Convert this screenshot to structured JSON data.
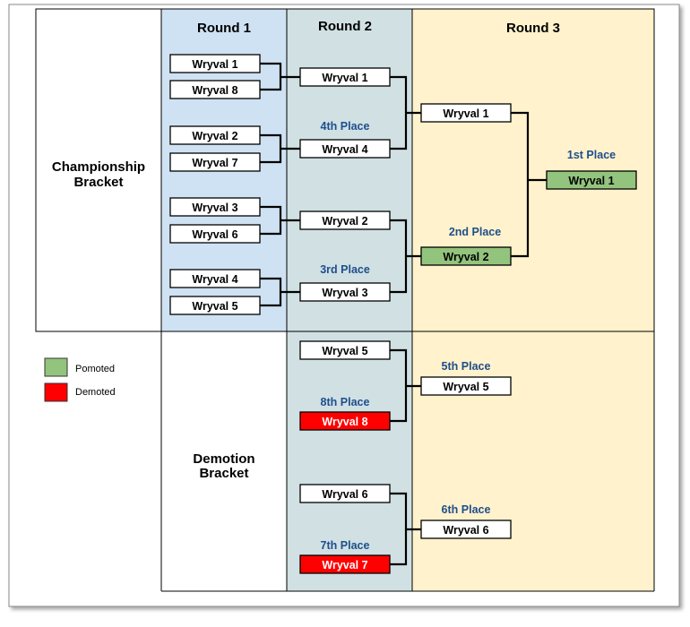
{
  "columns": {
    "round1": "Round 1",
    "round2": "Round 2",
    "round3": "Round 3"
  },
  "sections": {
    "championship": [
      "Championship",
      "Bracket"
    ],
    "demotion": [
      "Demotion",
      "Bracket"
    ]
  },
  "legend": [
    {
      "label": "Pomoted",
      "color": "#93c47d"
    },
    {
      "label": "Demoted",
      "color": "#ff0000"
    }
  ],
  "colors": {
    "round1_bg": "#cfe2f3",
    "round2_bg": "#d0e0e3",
    "round3_bg": "#fff2cc",
    "place_label": "#1f4e8c",
    "promoted": "#93c47d",
    "demoted": "#ff0000",
    "default_box": "#ffffff"
  },
  "boxes": {
    "r1_m1_a": {
      "label": "Wryval 1",
      "status": "default"
    },
    "r1_m1_b": {
      "label": "Wryval 8",
      "status": "default"
    },
    "r1_m2_a": {
      "label": "Wryval 2",
      "status": "default"
    },
    "r1_m2_b": {
      "label": "Wryval 7",
      "status": "default"
    },
    "r1_m3_a": {
      "label": "Wryval 3",
      "status": "default"
    },
    "r1_m3_b": {
      "label": "Wryval 6",
      "status": "default"
    },
    "r1_m4_a": {
      "label": "Wryval 4",
      "status": "default"
    },
    "r1_m4_b": {
      "label": "Wryval 5",
      "status": "default"
    },
    "r2_c1": {
      "label": "Wryval 1",
      "status": "default"
    },
    "r2_c2": {
      "label": "Wryval 4",
      "status": "default"
    },
    "r2_c3": {
      "label": "Wryval 2",
      "status": "default"
    },
    "r2_c4": {
      "label": "Wryval 3",
      "status": "default"
    },
    "r3_c1": {
      "label": "Wryval 1",
      "status": "default"
    },
    "r3_c2": {
      "label": "Wryval 2",
      "status": "promoted"
    },
    "r3_final": {
      "label": "Wryval 1",
      "status": "promoted"
    },
    "r2_d1": {
      "label": "Wryval 5",
      "status": "default"
    },
    "r2_d2": {
      "label": "Wryval 8",
      "status": "demoted"
    },
    "r2_d3": {
      "label": "Wryval 6",
      "status": "default"
    },
    "r2_d4": {
      "label": "Wryval 7",
      "status": "demoted"
    },
    "r3_d1": {
      "label": "Wryval 5",
      "status": "default"
    },
    "r3_d2": {
      "label": "Wryval 6",
      "status": "default"
    }
  },
  "places": {
    "p4": "4th Place",
    "p3": "3rd Place",
    "p2": "2nd Place",
    "p1": "1st Place",
    "p8": "8th Place",
    "p7": "7th Place",
    "p5": "5th Place",
    "p6": "6th Place"
  }
}
